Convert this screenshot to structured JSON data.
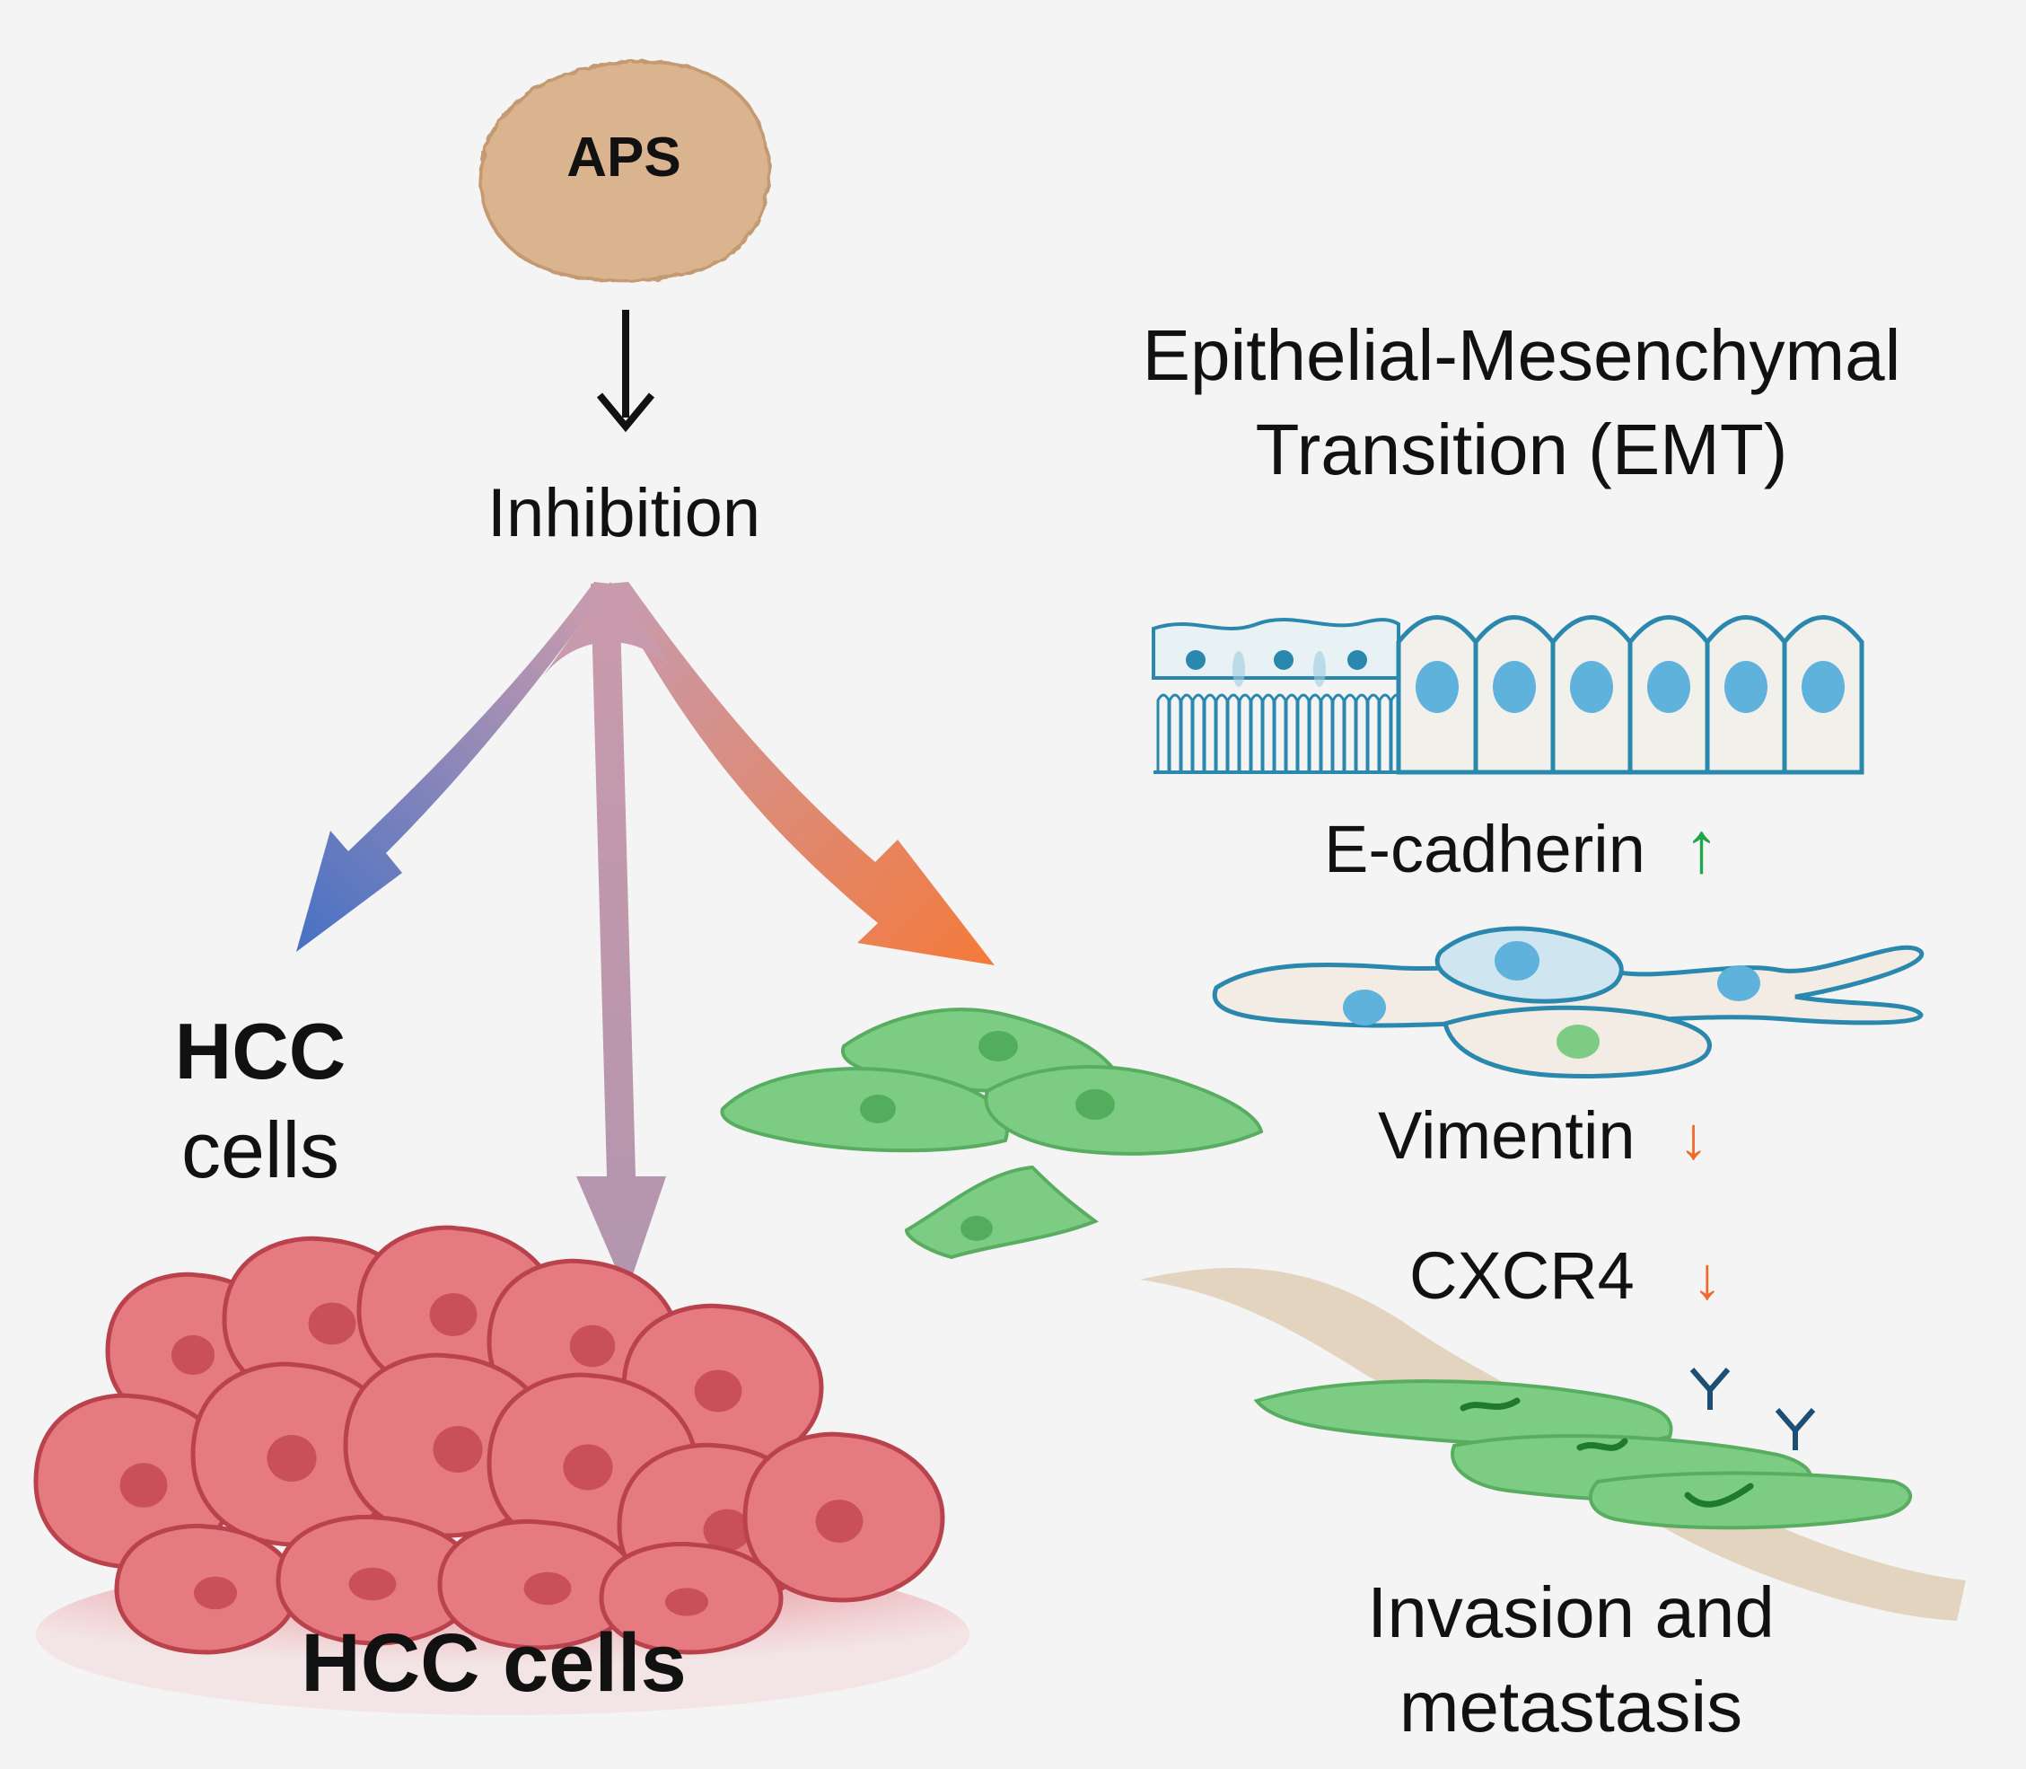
{
  "aps": {
    "label": "APS"
  },
  "inhibition": {
    "label": "Inhibition"
  },
  "emt": {
    "title_line1": "Epithelial-Mesenchymal",
    "title_line2": "Transition (EMT)"
  },
  "markers": [
    {
      "name": "E-cadherin",
      "direction": "up",
      "arrow": "↑",
      "color": "#1fa64a"
    },
    {
      "name": "Vimentin",
      "direction": "down",
      "arrow": "↓",
      "color": "#f06a2c"
    },
    {
      "name": "CXCR4",
      "direction": "down",
      "arrow": "↓",
      "color": "#f06a2c"
    }
  ],
  "hcc_left": {
    "line1": "HCC",
    "line2": "cells"
  },
  "hcc_bottom": {
    "label": "HCC cells"
  },
  "invasion": {
    "line1": "Invasion and",
    "line2": "metastasis"
  },
  "colors": {
    "aps_fill": "#d9b48e",
    "arrow_blue": "#4a72c4",
    "arrow_mauve": "#b893a6",
    "arrow_orange": "#f47a3c",
    "hcc_cell": "#e57a80",
    "hcc_nucleus": "#c9505a",
    "green_cell": "#7ccc84",
    "epithelial_line": "#2a87ad",
    "epithelial_nucleus": "#5fb2dc",
    "matrix": "#e3d4c0"
  },
  "icons": [
    "aps-blob",
    "down-arrow-icon",
    "branch-arrows",
    "receptor-y-icon"
  ]
}
